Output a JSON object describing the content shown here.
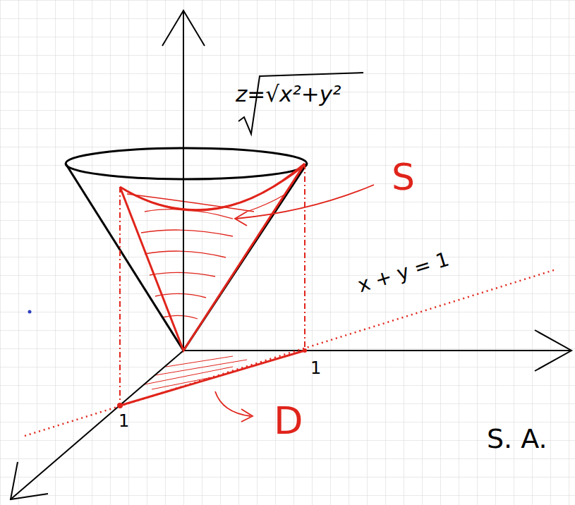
{
  "diagram": {
    "labels": [
      "z=√x²+y²",
      "S",
      "x + y = 1",
      "1",
      "1",
      "D",
      "S. A."
    ]
  }
}
